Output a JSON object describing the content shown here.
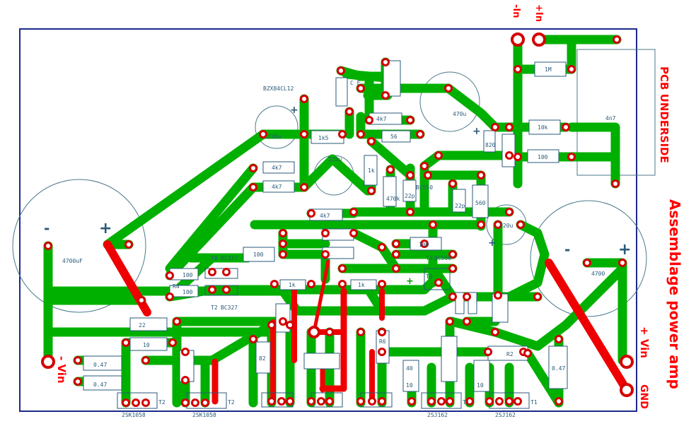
{
  "labels": {
    "title": "Assemblage power amp",
    "subtitle": "PCB UNDERSIDE",
    "minus_in": "-In",
    "plus_in": "+In",
    "minus_vin": "- Vin",
    "plus_vin": "+ Vin",
    "gnd": "GND"
  },
  "components": {
    "bzx": "BZX84CL12",
    "c220u_a": "220u",
    "c220u_b": "220u",
    "c220u_c": "220u",
    "c470u": "470u",
    "c4700_l": "4700uF",
    "c4700_r": "4700",
    "r1k5": "1k5",
    "r4k7_a": "4k7",
    "r4k7_b": "4k7",
    "r4k7_c": "4k7",
    "r4k7_d": "4k7",
    "r56": "56",
    "r1k_a": "1k",
    "r1k_b": "1k",
    "r1k_c": "1k",
    "r1m": "1M",
    "r10k": "10k",
    "r100_a": "100",
    "r100_b": "100",
    "r100_c": "100",
    "r100_d": "100",
    "r100_e": "100",
    "r470k": "470k",
    "r22p_a": "22p",
    "r22p_b": "22p",
    "r560": "560",
    "r820": "820",
    "c4n7": "4n7",
    "r22": "22",
    "r10_a": "10",
    "r10_b": "10",
    "r10_c": "10",
    "r047_a": "0.47",
    "r047_b": "0.47",
    "r047_c": "0.47",
    "r_r6": "R6",
    "r_r4": "R4",
    "r_r2": "R2",
    "bc327": "BC327",
    "bc337": "BC337",
    "bc560": "BC560",
    "bc550": "BC550",
    "t_2sk": "2SK1058",
    "t_2sj": "2SJ162",
    "t1": "T1",
    "t2": "T2",
    "t3": "T3",
    "t4": "T4",
    "t0": "T0",
    "r_40": "40",
    "r_82": "82",
    "r_ca": "C E"
  },
  "colors": {
    "trace": "#00b000",
    "jumper": "#ee0000",
    "pad": "#d40000",
    "silk": "#2a5a7a",
    "outline": "#1a2a8a",
    "label": "#ff0000"
  }
}
